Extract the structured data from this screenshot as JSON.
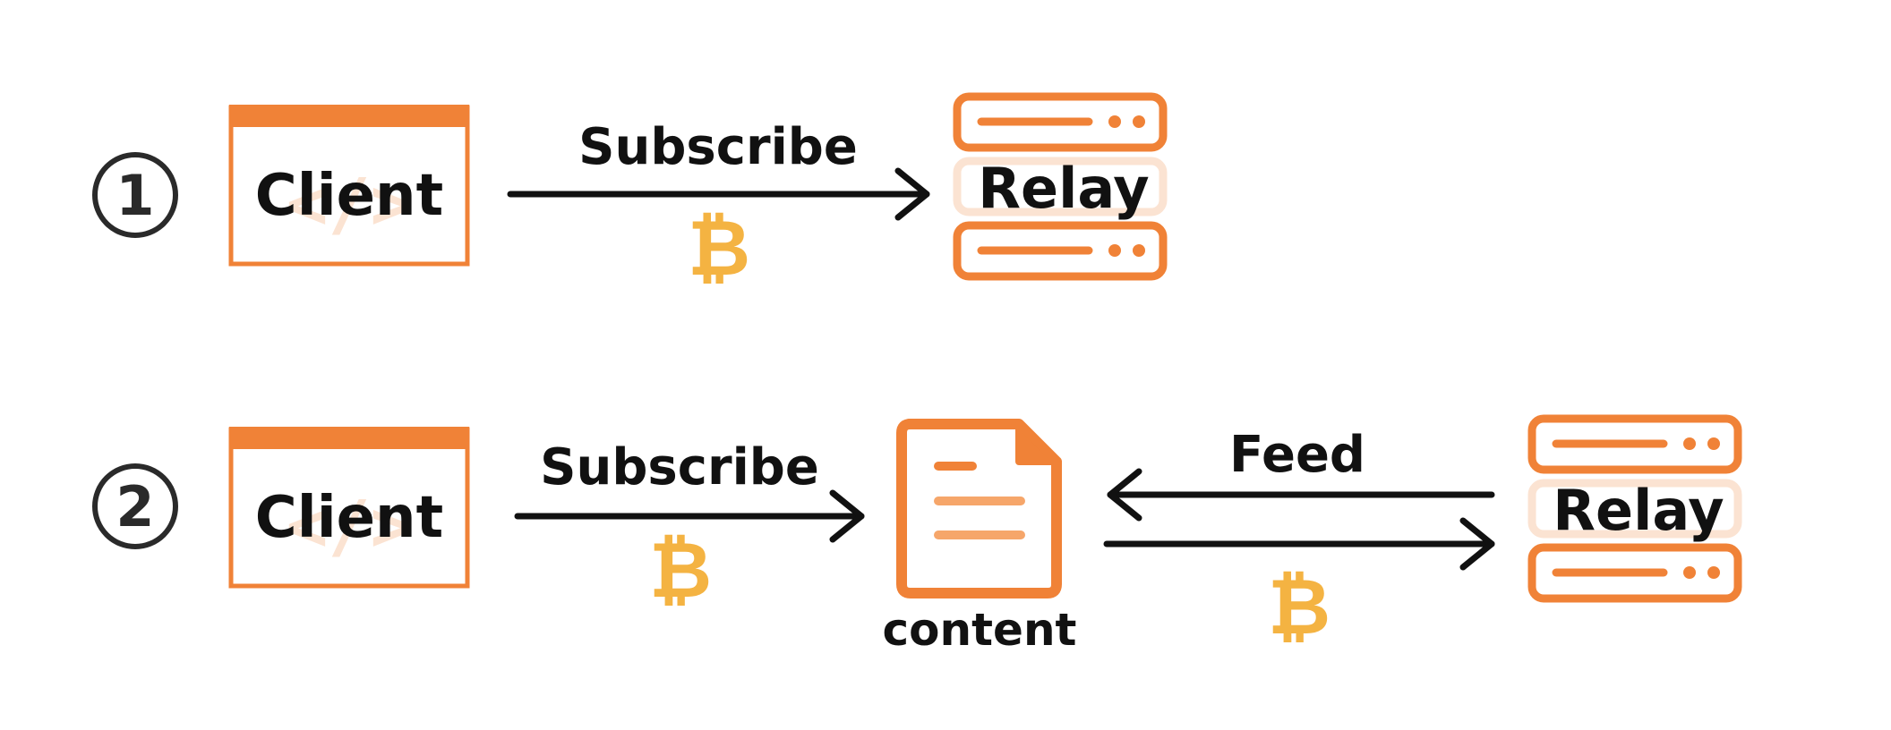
{
  "colors": {
    "accent": "#F08237",
    "accent_light": "#F6A66A",
    "accent_pale": "#FBE3D2",
    "bitcoin": "#F4B342",
    "text": "#111111",
    "arrow": "#111111"
  },
  "icons": {
    "client": "browser-window-code-icon",
    "relay": "server-stack-icon",
    "content": "document-icon",
    "payment": "bitcoin-icon"
  },
  "row1": {
    "step": "1",
    "client_label": "Client",
    "arrow_label": "Subscribe",
    "payment_symbol": "₿",
    "relay_label": "Relay"
  },
  "row2": {
    "step": "2",
    "client_label": "Client",
    "arrow_label": "Subscribe",
    "payment_symbol": "₿",
    "content_label": "content",
    "feed_label": "Feed",
    "payment2_symbol": "₿",
    "relay_label": "Relay"
  },
  "code_glyph": "</>"
}
